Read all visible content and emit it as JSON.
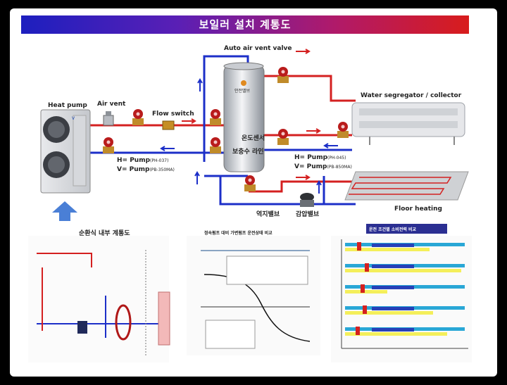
{
  "title": "보일러 설치 계통도",
  "labels": {
    "auto_air_vent_valve": "Auto air vent valve",
    "air_vent": "Air vent",
    "heat_pump": "Heat  pump",
    "flow_switch": "Flow switch",
    "water_segregator": "Water segregator / collector",
    "tank_safety_valve": "안전밸브",
    "tank_temp_sensor": "온도센서",
    "tank_makeup_line": "보충수 라인",
    "pump_left_h": "H= Pump",
    "pump_left_h_model": "(PH-037)",
    "pump_left_v": "V= Pump",
    "pump_left_v_model": "(PB-350MA)",
    "pump_right_h": "H= Pump",
    "pump_right_h_model": "(PH-045)",
    "pump_right_v": "V= Pump",
    "pump_right_v_model": "(PB-850MA)",
    "check_valve": "역지밸브",
    "pressure_reducing_valve": "감압밸브",
    "floor_heating": "Floor heating"
  },
  "panels": {
    "circuit_title": "순환식 내부 계통도",
    "comparison_title": "정속펌프 대비 가변펌프 운전상태 비교",
    "bar_panel_header": "운전 조건별 소비전력 비교"
  },
  "colors": {
    "hot": "#d42020",
    "cold": "#1c2fc8",
    "title_start": "#1d1fbf",
    "title_end": "#d81c1c"
  }
}
